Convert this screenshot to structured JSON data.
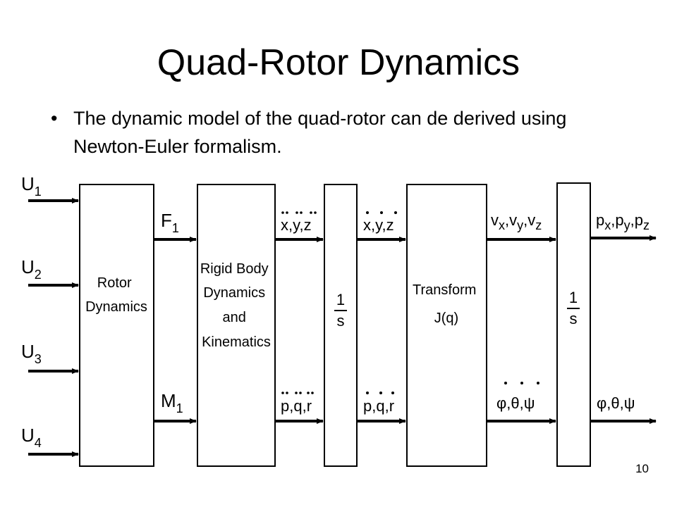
{
  "slide": {
    "title": "Quad-Rotor Dynamics",
    "bullet_marker": "•",
    "bullet_text": "The dynamic model of the quad-rotor can de derived using Newton-Euler formalism.",
    "page_number": "10"
  },
  "diagram": {
    "inputs": [
      {
        "base": "U",
        "sub": "1"
      },
      {
        "base": "U",
        "sub": "2"
      },
      {
        "base": "U",
        "sub": "3"
      },
      {
        "base": "U",
        "sub": "4"
      }
    ],
    "blocks": {
      "rotor": [
        "Rotor",
        "Dynamics"
      ],
      "rigid": [
        "Rigid Body",
        "Dynamics",
        "and",
        "Kinematics"
      ],
      "integrator_1": {
        "num": "1",
        "den": "s"
      },
      "transform": [
        "Transform",
        "J(q)"
      ],
      "integrator_2": {
        "num": "1",
        "den": "s"
      }
    },
    "signals": {
      "force": {
        "base": "F",
        "sub": "1"
      },
      "moment": {
        "base": "M",
        "sub": "1"
      },
      "linear_accel": "x,y,z",
      "angular_accel": "p,q,r",
      "linear_rate": "x,y,z",
      "angular_rate": "p,q,r",
      "velocity": {
        "v": "v",
        "x": "x",
        "y": "y",
        "z": "z"
      },
      "euler_rate": "φ,θ,ψ",
      "position": {
        "p": "p",
        "x": "x",
        "y": "y",
        "z": "z"
      },
      "euler": "φ,θ,ψ"
    }
  }
}
